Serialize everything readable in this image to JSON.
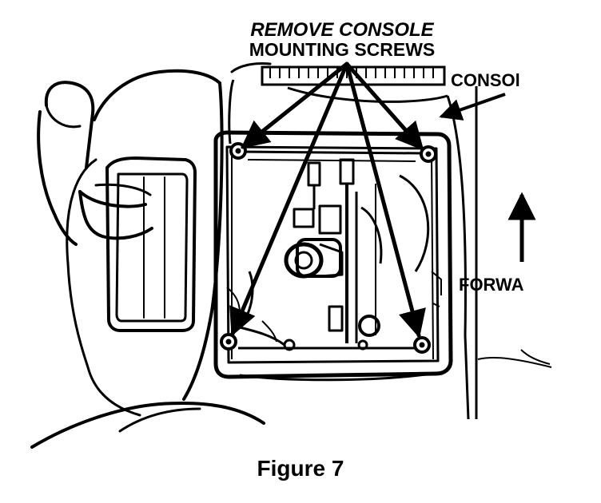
{
  "callouts": {
    "screws_line1": "REMOVE CONSOLE",
    "screws_line2": "MOUNTING SCREWS",
    "console": "CONSOl",
    "forward": "FORWA"
  },
  "caption": "Figure 7",
  "colors": {
    "ink": "#000000",
    "paper": "#ffffff"
  }
}
